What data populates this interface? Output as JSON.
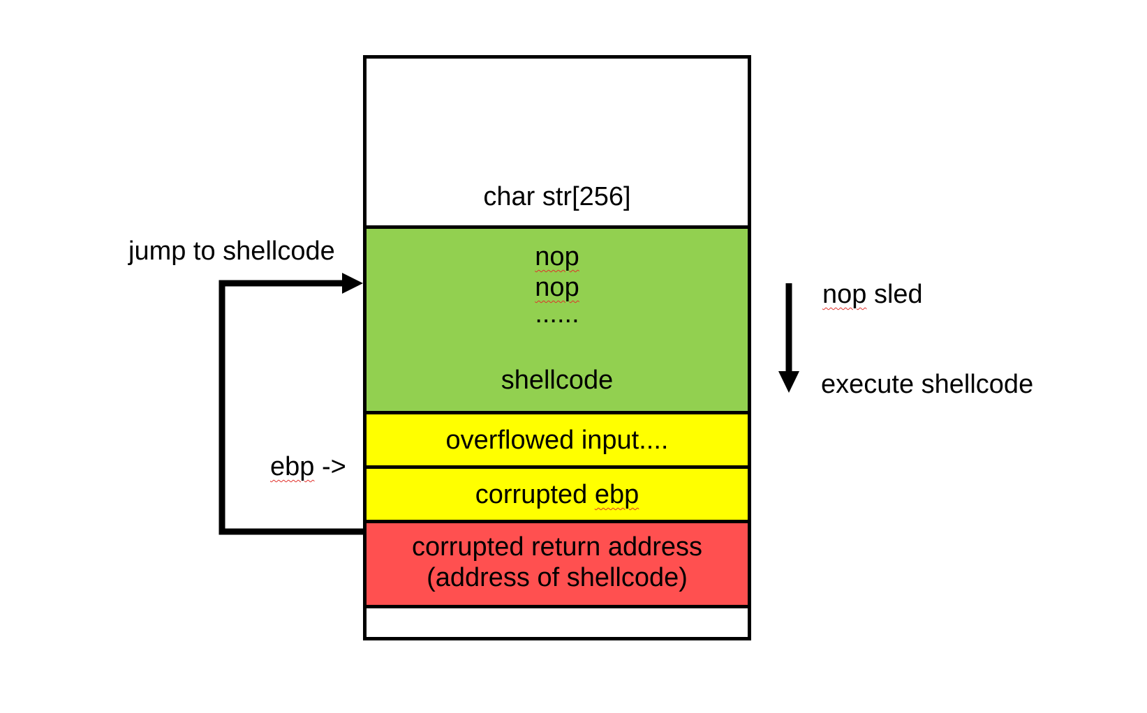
{
  "colors": {
    "nop_region": "#92d050",
    "overflow_region": "#ffff00",
    "return_region": "#ff5050",
    "border": "#000000"
  },
  "stack": {
    "buffer_label": "char str[256]",
    "nop_lines": [
      "nop",
      "nop",
      "......"
    ],
    "shellcode_label": "shellcode",
    "overflow_label": "overflowed input....",
    "ebp_label_prefix": "corrupted ",
    "ebp_label_word": "ebp",
    "return_line1": "corrupted return address",
    "return_line2": "(address of shellcode)"
  },
  "annotations": {
    "jump_label": "jump to shellcode",
    "ebp_pointer_word": "ebp",
    "ebp_pointer_arrow": " ->",
    "nop_sled_word": "nop",
    "nop_sled_rest": " sled",
    "execute_label": "execute shellcode"
  },
  "icons": [
    "jump-arrow-icon",
    "down-arrow-icon"
  ]
}
